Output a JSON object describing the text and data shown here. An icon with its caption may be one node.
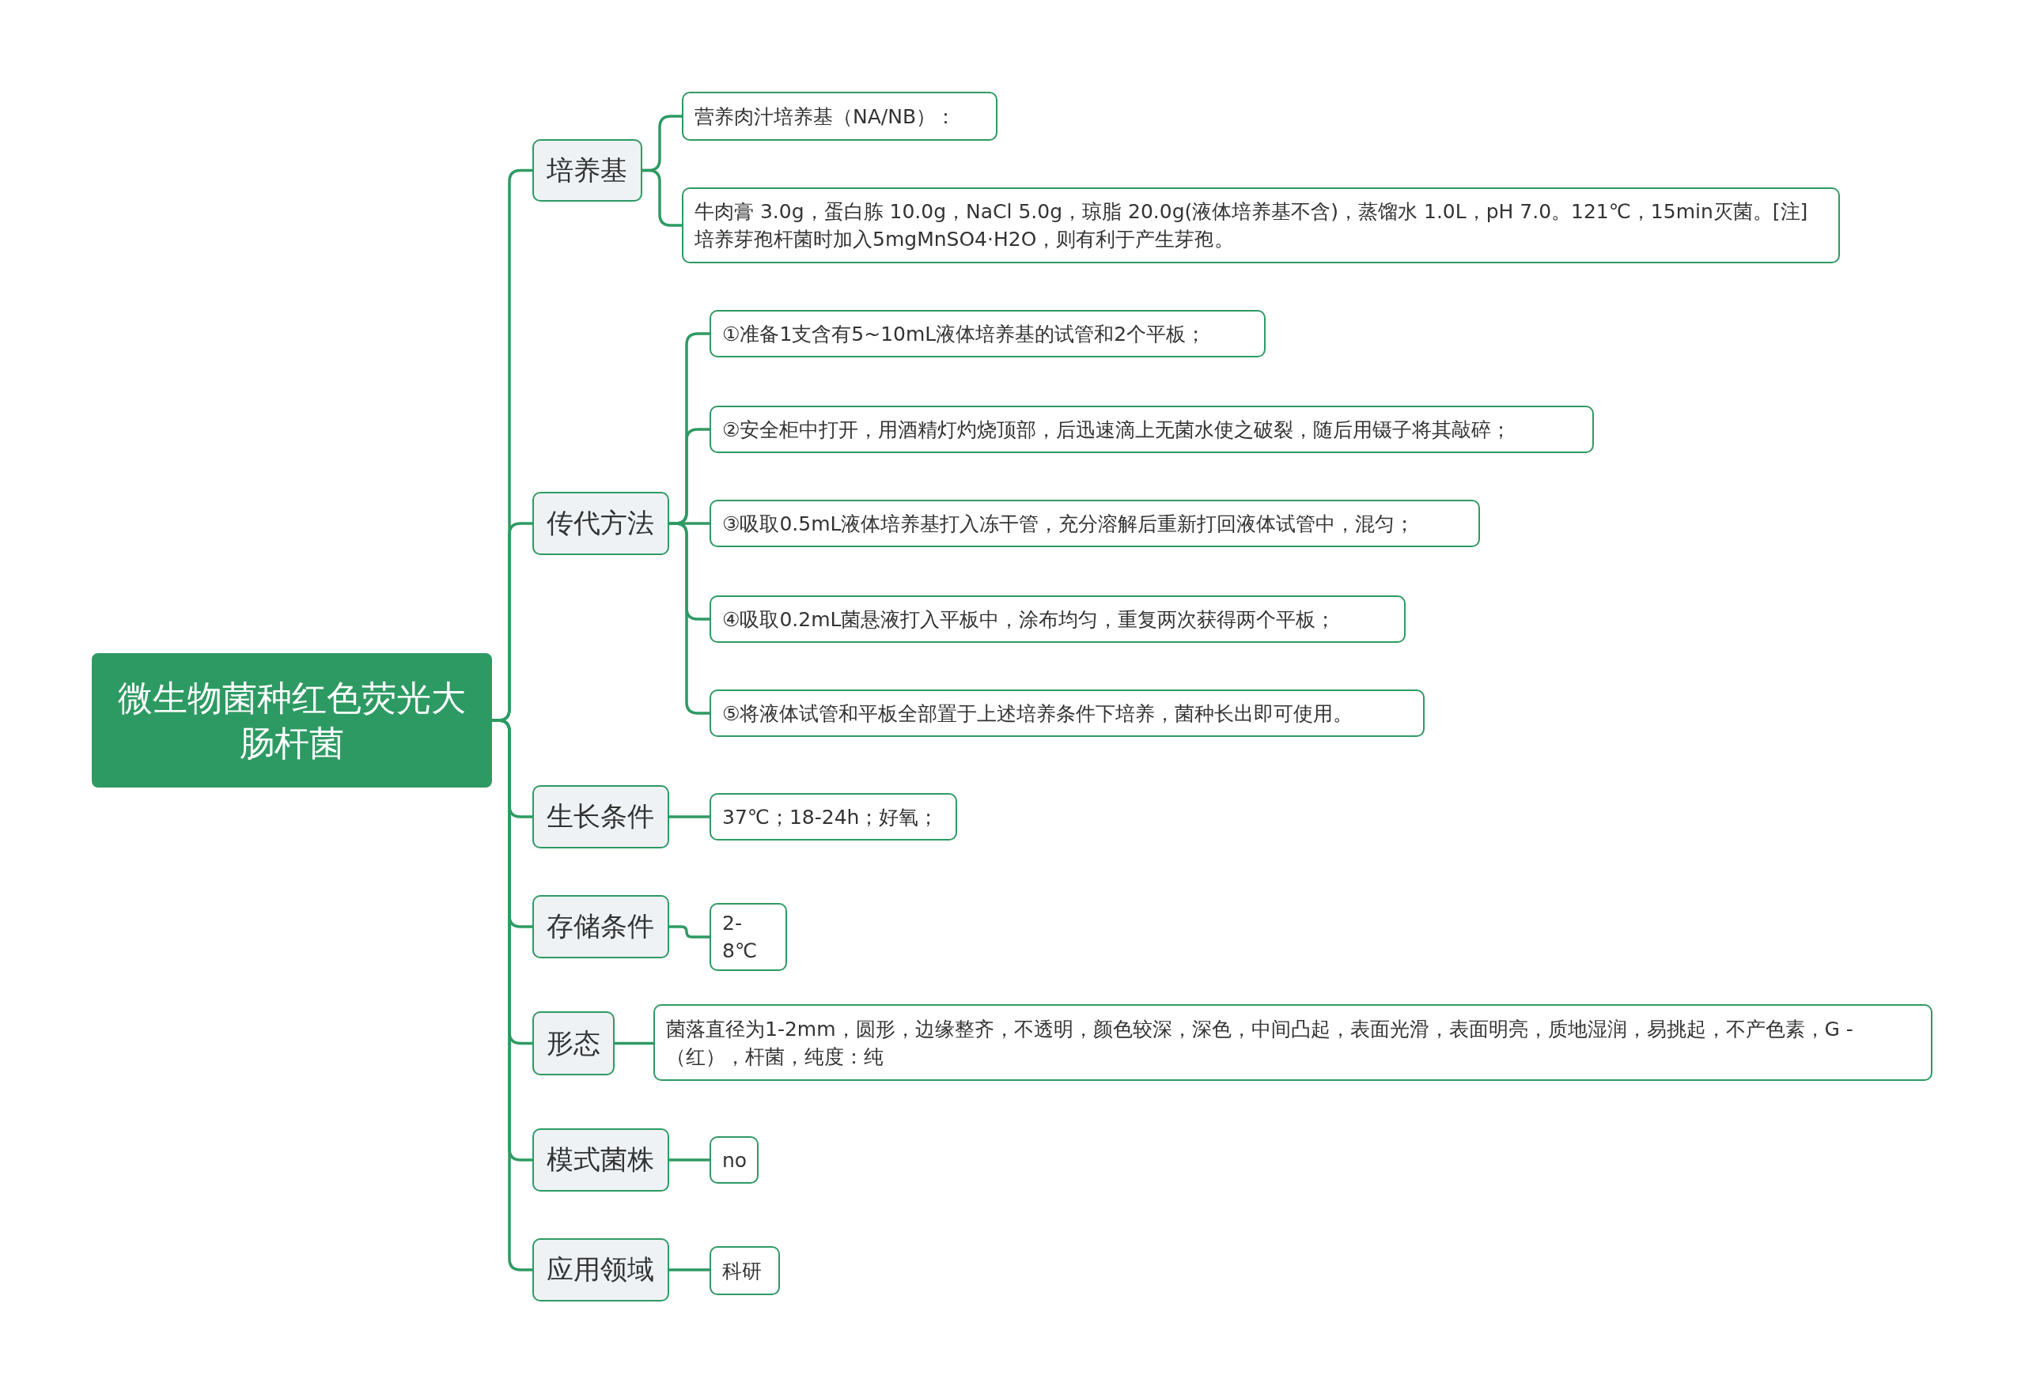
{
  "diagram": {
    "nodes": [
      {
        "text": [
          "微生物菌种红色荧光大肠杆菌"
        ]
      },
      {
        "text": [
          "培养基"
        ]
      },
      {
        "text": [
          "营养肉汁培养基（NA/NB）："
        ]
      },
      {
        "text": [
          "牛肉膏 3.0g，蛋白胨 10.0g，NaCl 5.0g，琼脂 20.0g(液体培养基不含)，蒸馏水 1.0L，pH 7.0。121℃，15min灭菌。[注]培养芽孢杆菌时加入5mgMnSO4·H2O，则有利于产生芽孢。"
        ]
      },
      {
        "text": [
          "传代方法"
        ]
      },
      {
        "text": [
          "①准备1支含有5~10mL液体培养基的试管和2个平板；"
        ]
      },
      {
        "text": [
          "②安全柜中打开，用酒精灯灼烧顶部，后迅速滴上无菌水使之破裂，随后用镊子将其敲碎；"
        ]
      },
      {
        "text": [
          "③吸取0.5mL液体培养基打入冻干管，充分溶解后重新打回液体试管中，混匀；"
        ]
      },
      {
        "text": [
          "④吸取0.2mL菌悬液打入平板中，涂布均匀，重复两次获得两个平板；"
        ]
      },
      {
        "text": [
          "⑤将液体试管和平板全部置于上述培养条件下培养，菌种长出即可使用。"
        ]
      },
      {
        "text": [
          "生长条件"
        ]
      },
      {
        "text": [
          "37℃；18-24h；好氧；"
        ]
      },
      {
        "text": [
          "存储条件"
        ]
      },
      {
        "text": [
          "2-8℃"
        ]
      },
      {
        "text": [
          "形态"
        ]
      },
      {
        "text": [
          "菌落直径为1-2mm，圆形，边缘整齐，不透明，颜色较深，深色，中间凸起，表面光滑，表面明亮，质地湿润，易挑起，不产色素，G -（红），杆菌，纯度：纯"
        ]
      },
      {
        "text": [
          "模式菌株"
        ]
      },
      {
        "text": [
          "no"
        ]
      },
      {
        "text": [
          "应用领域"
        ]
      },
      {
        "text": [
          "科研"
        ]
      }
    ],
    "edges": [
      {
        "from": 0,
        "to": 1,
        "arrow": "none"
      },
      {
        "from": 0,
        "to": 4,
        "arrow": "none"
      },
      {
        "from": 0,
        "to": 10,
        "arrow": "none"
      },
      {
        "from": 0,
        "to": 12,
        "arrow": "none"
      },
      {
        "from": 0,
        "to": 14,
        "arrow": "none"
      },
      {
        "from": 0,
        "to": 16,
        "arrow": "none"
      },
      {
        "from": 0,
        "to": 18,
        "arrow": "none"
      },
      {
        "from": 1,
        "to": 2,
        "arrow": "none"
      },
      {
        "from": 1,
        "to": 3,
        "arrow": "none"
      },
      {
        "from": 4,
        "to": 5,
        "arrow": "none"
      },
      {
        "from": 4,
        "to": 6,
        "arrow": "none"
      },
      {
        "from": 4,
        "to": 7,
        "arrow": "none"
      },
      {
        "from": 4,
        "to": 8,
        "arrow": "none"
      },
      {
        "from": 4,
        "to": 9,
        "arrow": "none"
      },
      {
        "from": 10,
        "to": 11,
        "arrow": "none"
      },
      {
        "from": 12,
        "to": 13,
        "arrow": "none"
      },
      {
        "from": 14,
        "to": 15,
        "arrow": "none"
      },
      {
        "from": 16,
        "to": 17,
        "arrow": "none"
      },
      {
        "from": 18,
        "to": 19,
        "arrow": "none"
      }
    ]
  }
}
